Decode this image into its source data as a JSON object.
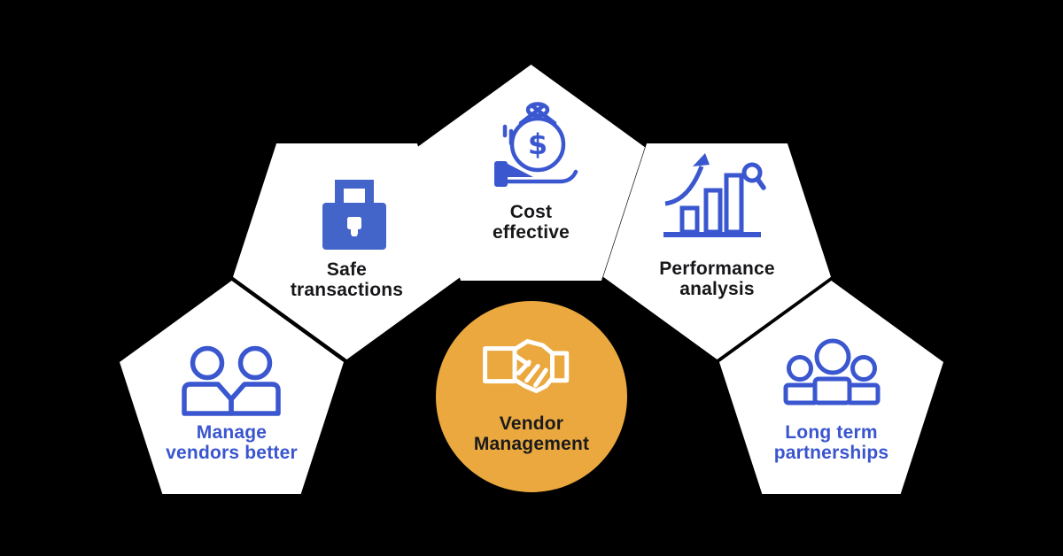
{
  "diagram": {
    "background_color": "#000000",
    "panel_color": "#FFFFFF",
    "colors": {
      "icon_blue": "#3A57D0",
      "lock_blue": "#4364C9",
      "blue_text": "#3A55CE",
      "dark_text": "#17171A",
      "accent_orange": "#EAA83F"
    },
    "center": {
      "shape": "circle",
      "icon": "handshake-icon",
      "lines": [
        "Vendor",
        "Management"
      ]
    },
    "petals": [
      {
        "id": "manage-vendors-better",
        "shape": "pentagon-up",
        "icon": "two-people-icon",
        "lines": [
          "Manage",
          "vendors better"
        ],
        "text_style": "blue"
      },
      {
        "id": "safe-transactions",
        "shape": "pentagon-down",
        "icon": "padlock-icon",
        "lines": [
          "Safe",
          "transactions"
        ],
        "text_style": "dark"
      },
      {
        "id": "cost-effective",
        "shape": "pentagon-up",
        "icon": "money-bag-in-hand-icon",
        "lines": [
          "Cost",
          "effective"
        ],
        "text_style": "dark"
      },
      {
        "id": "performance-analysis",
        "shape": "pentagon-down",
        "icon": "bar-chart-magnifier-icon",
        "lines": [
          "Performance",
          "analysis"
        ],
        "text_style": "dark"
      },
      {
        "id": "long-term-partnerships",
        "shape": "pentagon-up",
        "icon": "three-people-icon",
        "lines": [
          "Long term",
          "partnerships"
        ],
        "text_style": "blue"
      }
    ]
  }
}
